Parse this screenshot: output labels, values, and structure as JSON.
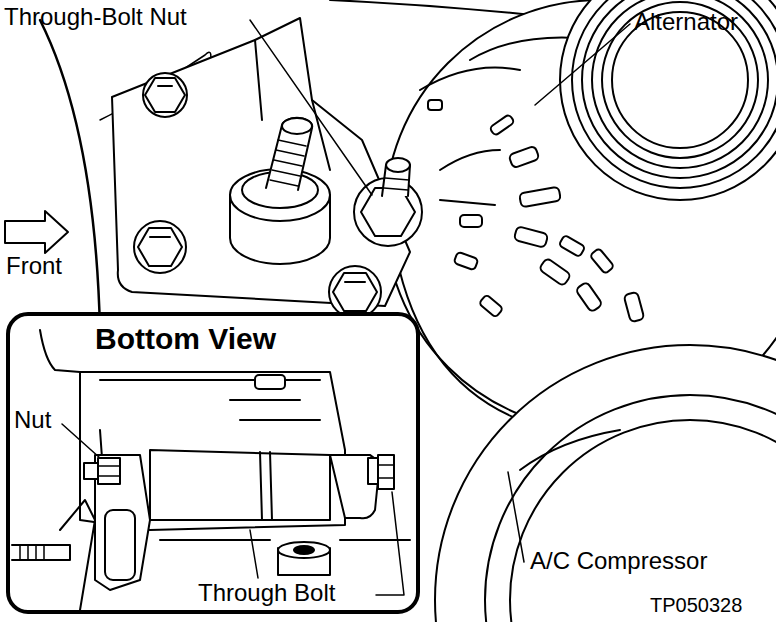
{
  "diagram": {
    "nodes": [
      {
        "text": [
          "Bottom View"
        ]
      }
    ],
    "labels": [
      "Through-Bolt Nut",
      "Alternator",
      "Front",
      "Nut",
      "Through Bolt",
      "A/C Compressor",
      "TP050328"
    ]
  }
}
